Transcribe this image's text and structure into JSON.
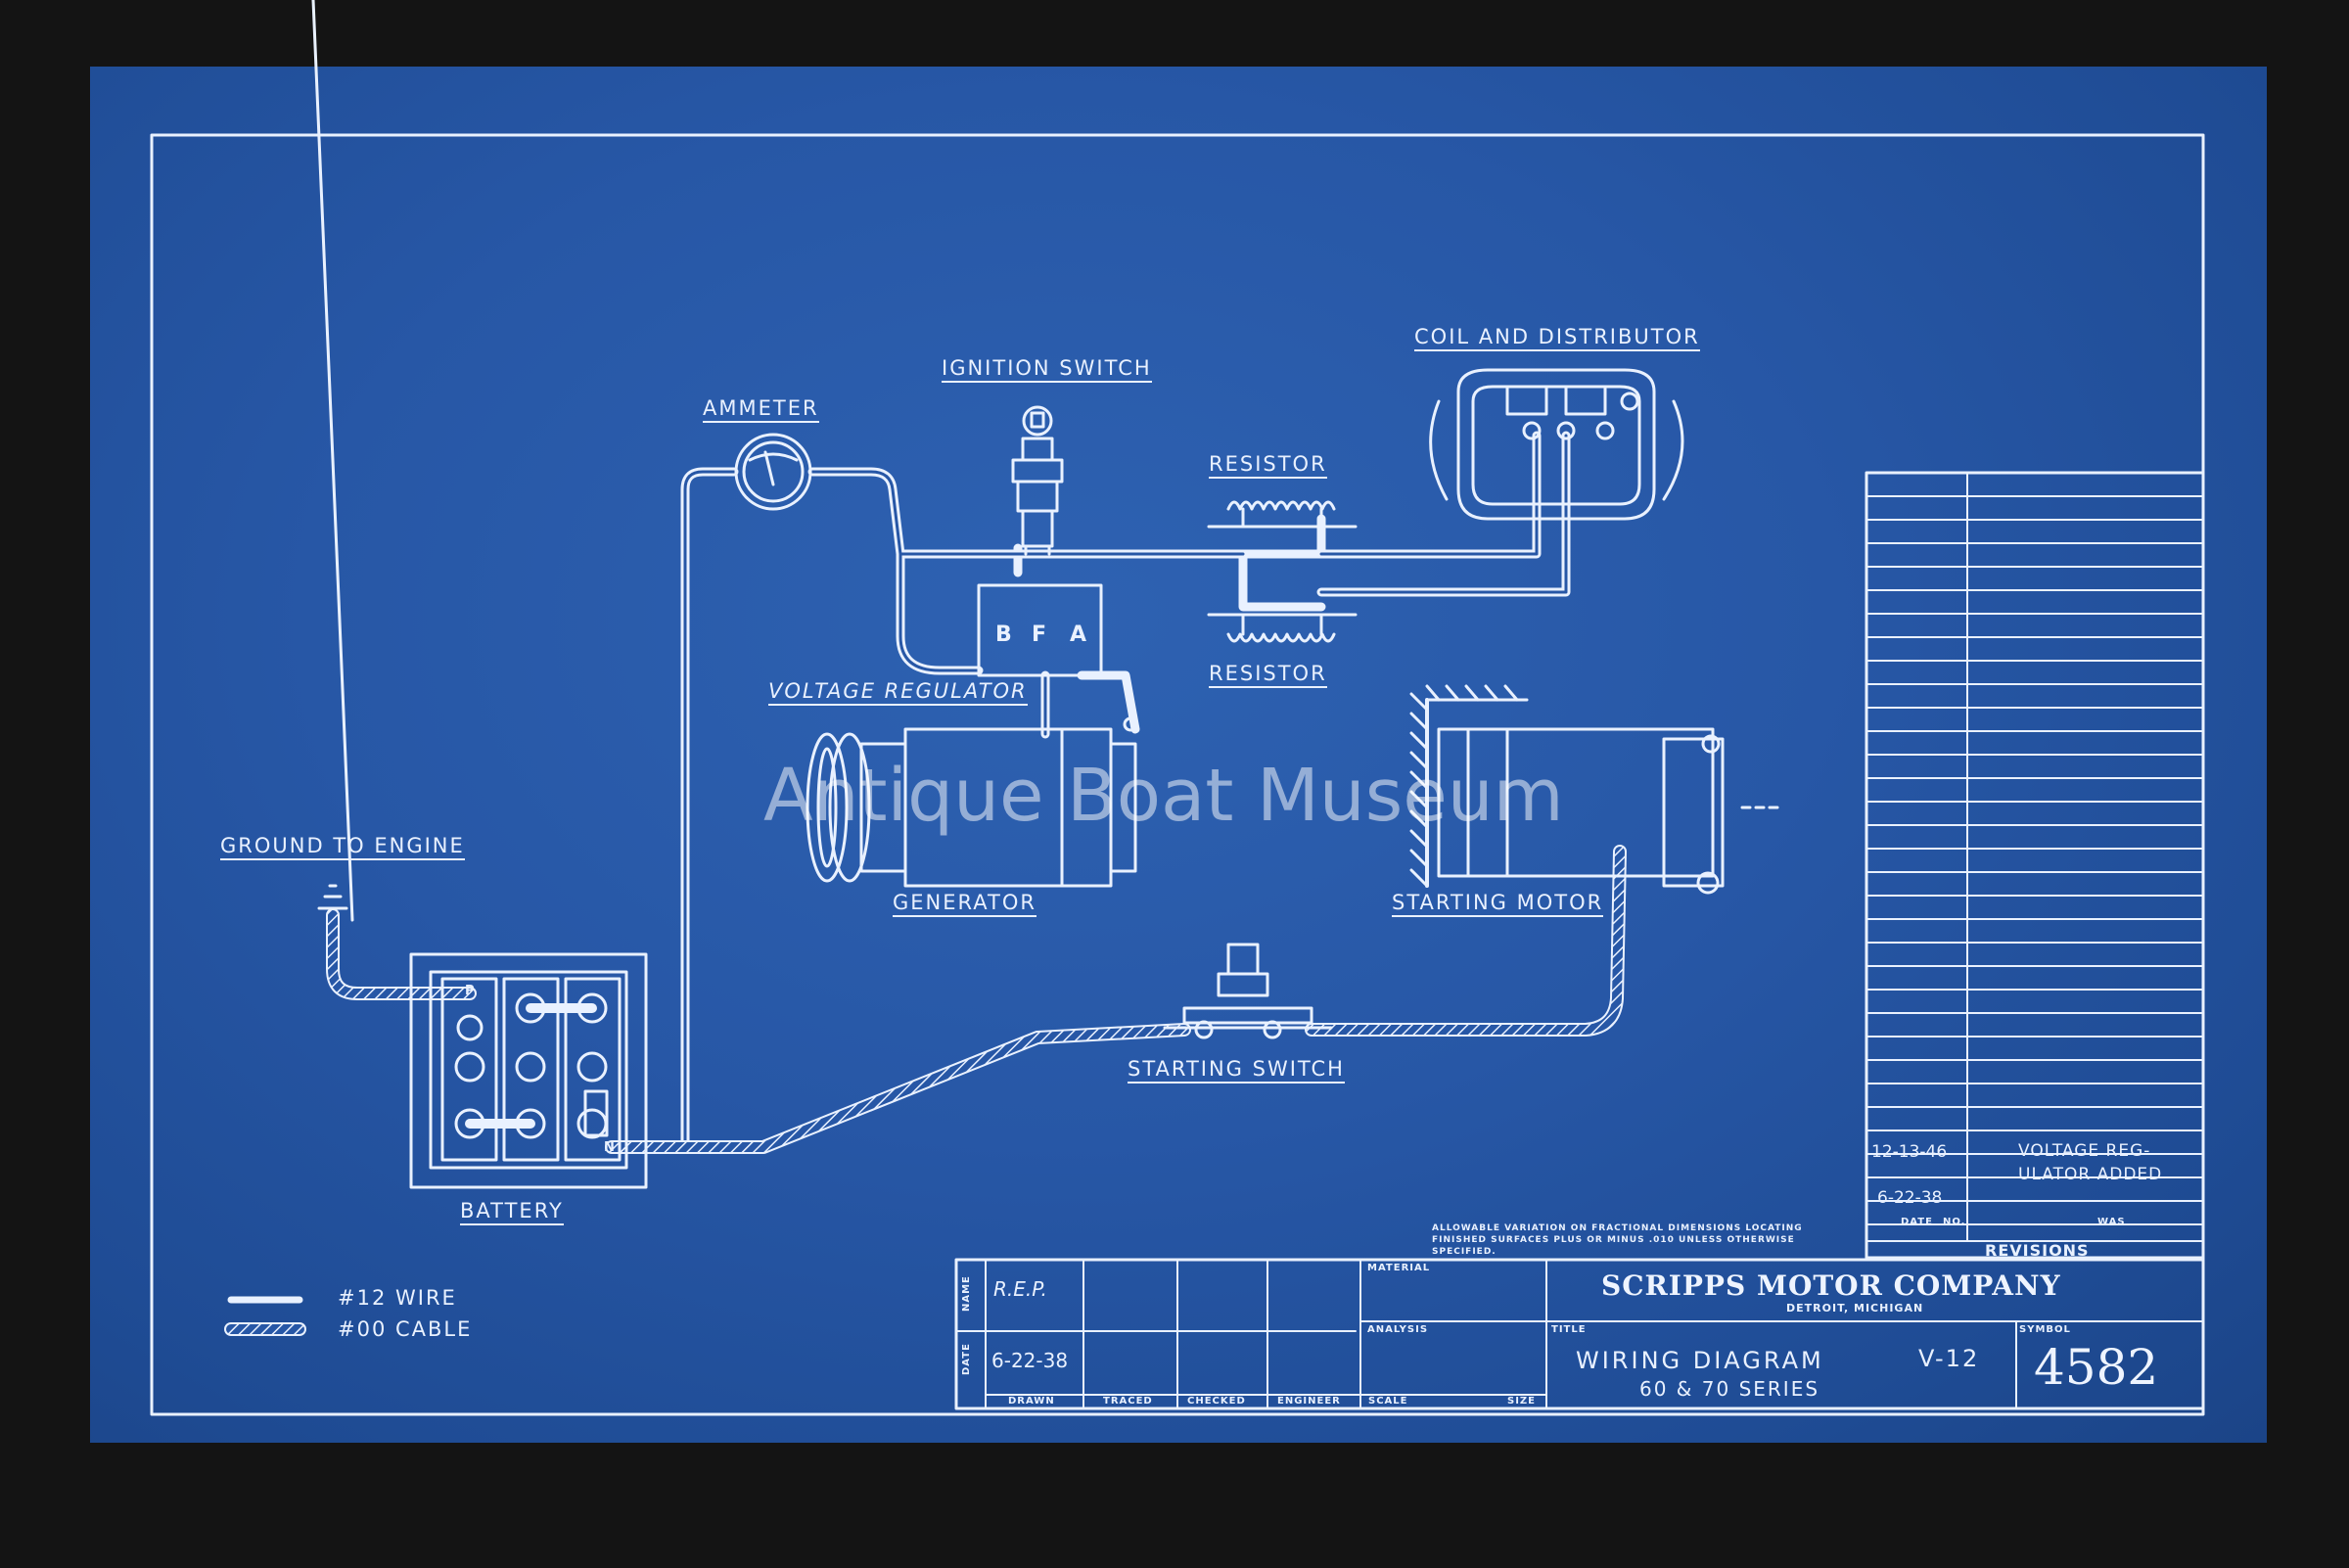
{
  "labels": {
    "coil_distributor": "COIL AND DISTRIBUTOR",
    "ignition_switch": "IGNITION SWITCH",
    "ammeter": "AMMETER",
    "resistor_top": "RESISTOR",
    "resistor_bottom": "RESISTOR",
    "voltage_regulator": "VOLTAGE REGULATOR",
    "ground_to_engine": "GROUND TO ENGINE",
    "generator": "GENERATOR",
    "starting_motor": "STARTING MOTOR",
    "starting_switch": "STARTING SWITCH",
    "battery": "BATTERY"
  },
  "regulator_terminals": [
    "B",
    "F",
    "A"
  ],
  "battery_terminals": {
    "positive": "P",
    "negative": "N"
  },
  "legend": [
    {
      "symbol": "plain-line",
      "label": "#12 WIRE"
    },
    {
      "symbol": "hatched-line",
      "label": "#00 CABLE"
    }
  ],
  "revisions": {
    "heading": "REVISIONS",
    "col_date": "DATE",
    "col_no": "NO.",
    "col_was": "WAS",
    "entries": [
      {
        "date": "12-13-46",
        "note_line1": "VOLTAGE REG-",
        "note_line2": "ULATOR ADDED"
      },
      {
        "date": "6-22-38",
        "note_line1": "",
        "note_line2": ""
      }
    ]
  },
  "tolerance_note": [
    "ALLOWABLE VARIATION ON FRACTIONAL DIMENSIONS LOCATING",
    "FINISHED SURFACES PLUS OR MINUS .010 UNLESS OTHERWISE",
    "SPECIFIED."
  ],
  "title_block": {
    "row_labels": [
      "NAME",
      "DATE"
    ],
    "name_value": "R.E.P.",
    "date_value": "6-22-38",
    "columns": [
      "DRAWN",
      "TRACED",
      "CHECKED",
      "ENGINEER",
      "SCALE",
      "SIZE"
    ],
    "material_label": "MATERIAL",
    "analysis_label": "ANALYSIS",
    "title_label": "TITLE",
    "title_line1": "WIRING DIAGRAM",
    "title_model": "V-12",
    "title_line2": "60 & 70 SERIES",
    "company": "SCRIPPS MOTOR COMPANY",
    "company_location": "DETROIT, MICHIGAN",
    "symbol_label": "SYMBOL",
    "symbol_number": "4582"
  },
  "watermark": "Antique Boat Museum",
  "colors": {
    "paper": "#2757a6",
    "ink": "#e9f1ff",
    "mount": "#141414"
  }
}
